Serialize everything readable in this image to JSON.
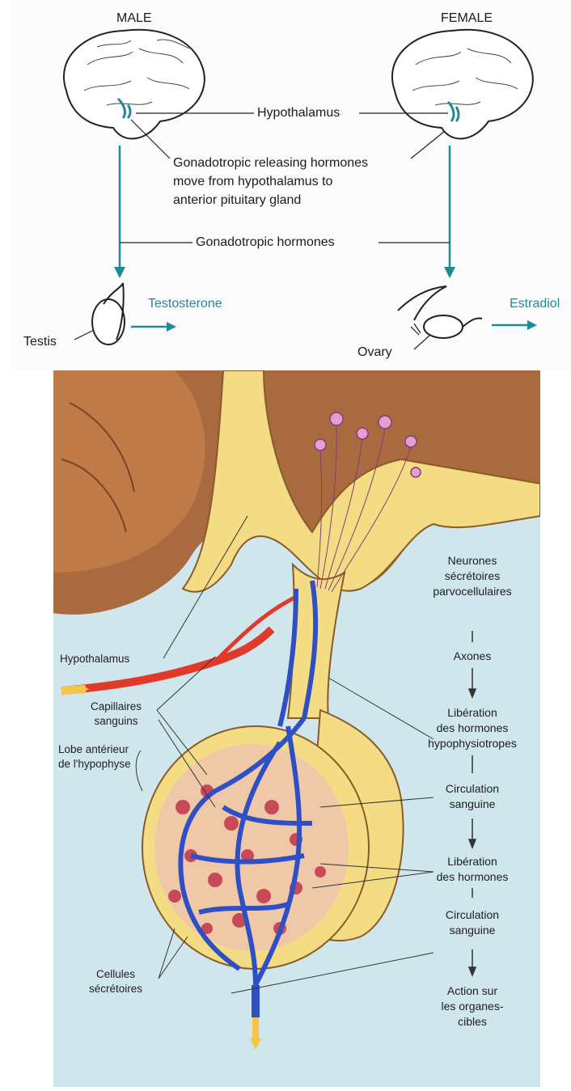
{
  "top_diagram": {
    "male_heading": "MALE",
    "female_heading": "FEMALE",
    "hypothalamus_label": "Hypothalamus",
    "releasing_hormones_label": "Gonadotropic releasing hormones\nmove from hypothalamus to\nanterior pituitary gland",
    "gonadotropic_hormones_label": "Gonadotropic hormones",
    "testis_label": "Testis",
    "testosterone_label": "Testosterone",
    "ovary_label": "Ovary",
    "estradiol_label": "Estradiol",
    "accent_color": "#1f8a9a"
  },
  "bottom_diagram": {
    "hypothalamus_label": "Hypothalamus",
    "capillaries_label": "Capillaires\nsanguins",
    "anterior_lobe_label": "Lobe antérieur\nde l'hypophyse",
    "secretory_cells_label": "Cellules\nsécrétoires",
    "flow_steps": [
      "Neurones\nsécrétoires\nparvocellulaires",
      "Axones",
      "Libération\ndes hormones\nhypophysiotropes",
      "Circulation\nsanguine",
      "Libération\ndes hormones",
      "Circulation\nsanguine",
      "Action sur\nles organes-\ncibles"
    ],
    "colors": {
      "background": "#cfe6ec",
      "tissue": "#f3dc84",
      "brain": "#a86a3e",
      "vein": "#2f4fc4",
      "artery": "#e23a2a",
      "cells": "#c84a58"
    }
  }
}
